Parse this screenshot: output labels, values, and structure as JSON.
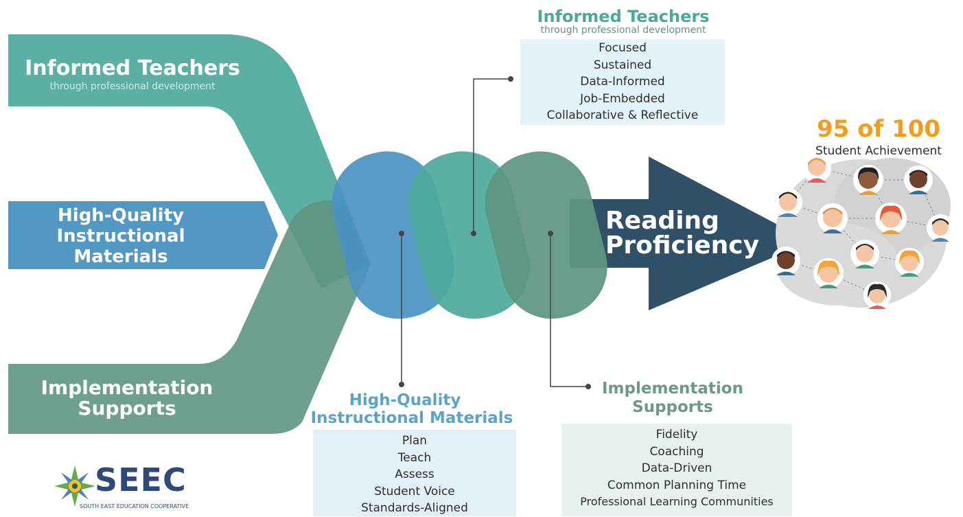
{
  "left_streams": {
    "informed": {
      "title": "Informed Teachers",
      "subtitle": "through professional development"
    },
    "materials": {
      "line1": "High-Quality",
      "line2": "Instructional",
      "line3": "Materials"
    },
    "supports": {
      "line1": "Implementation",
      "line2": "Supports"
    }
  },
  "arrow": {
    "line1": "Reading",
    "line2": "Proficiency"
  },
  "informed_box": {
    "title": "Informed Teachers",
    "subtitle": "through professional development",
    "items": [
      "Focused",
      "Sustained",
      "Data-Informed",
      "Job-Embedded",
      "Collaborative & Reflective"
    ]
  },
  "materials_box": {
    "title_line1": "High-Quality",
    "title_line2": "Instructional Materials",
    "items": [
      "Plan",
      "Teach",
      "Assess",
      "Student Voice",
      "Standards-Aligned"
    ]
  },
  "supports_box": {
    "title_line1": "Implementation",
    "title_line2": "Supports",
    "items": [
      "Fidelity",
      "Coaching",
      "Data-Driven",
      "Common Planning Time",
      "Professional Learning Communities"
    ]
  },
  "achievement": {
    "score": "95 of 100",
    "label": "Student Achievement"
  },
  "logo": {
    "name": "SEEC",
    "tagline": "SOUTH EAST EDUCATION COOPERATIVE"
  },
  "colors": {
    "teal": "#4ea99b",
    "blue": "#4a92c2",
    "sage": "#5e9680",
    "navy": "#2f5066",
    "orange": "#f39c1f",
    "heading_blue": "#5ba4c9",
    "heading_teal": "#4aa99b",
    "heading_sage": "#6c9986"
  }
}
